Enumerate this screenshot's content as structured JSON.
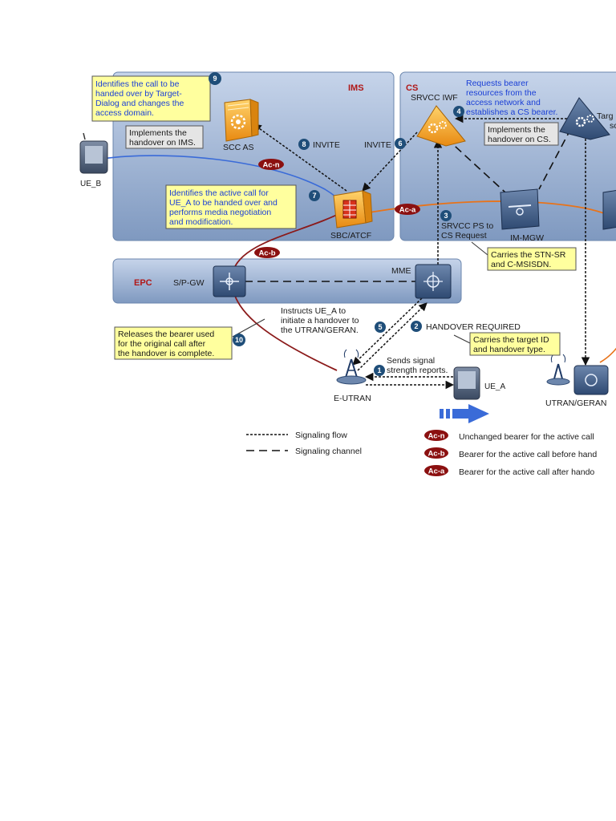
{
  "domains": {
    "ims": "IMS",
    "cs": "CS",
    "epc": "EPC"
  },
  "nodes": {
    "ue_b": "UE_B",
    "scc_as": "SCC AS",
    "sbc_atcf": "SBC/ATCF",
    "srvcc_iwf": "SRVCC IWF",
    "target_partial": "Targ",
    "target_partial_2": "sc",
    "im_mgw": "IM-MGW",
    "sp_gw": "S/P-GW",
    "mme": "MME",
    "e_utran": "E-UTRAN",
    "ue_a": "UE_A",
    "utran_geran": "UTRAN/GERAN"
  },
  "notes": {
    "scc_as_identifies": [
      "Identifies the call to be",
      "handed over by Target-",
      "Dialog and changes the",
      "access domain."
    ],
    "scc_as_implements": [
      "Implements the",
      "handover on IMS."
    ],
    "atcf_identifies": [
      "Identifies the active call for",
      "UE_A to be handed over and",
      "performs media negotiation",
      "and modification."
    ],
    "iwf_requests": [
      "Requests bearer",
      "resources from the",
      "access network and",
      "establishes a CS bearer."
    ],
    "iwf_implements": [
      "Implements the",
      "handover on CS."
    ],
    "stn_sr": [
      "Carries the STN-SR",
      "and C-MSISDN."
    ],
    "target_id": [
      "Carries the target ID",
      "and handover type."
    ],
    "releases": [
      "Releases the bearer used",
      "for the original call after",
      "the handover is complete."
    ],
    "instructs": [
      "Instructs UE_A to",
      "initiate a handover to",
      "the UTRAN/GERAN."
    ],
    "sends_signal": [
      "Sends signal",
      "strength reports."
    ]
  },
  "steps": {
    "s1": "1",
    "s2": "2",
    "s2_label": "HANDOVER REQUIRED",
    "s3": "3",
    "s3_label": [
      "SRVCC PS to",
      "CS Request"
    ],
    "s4": "4",
    "s5": "5",
    "s6": "6",
    "s6_label": "INVITE",
    "s7": "7",
    "s8": "8",
    "s8_label": "INVITE",
    "s9": "9",
    "s10": "10"
  },
  "bearers": {
    "ac_n": "Ac-n",
    "ac_b": "Ac-b",
    "ac_a": "Ac-a"
  },
  "legend": {
    "signaling_flow": "Signaling flow",
    "signaling_channel": "Signaling channel",
    "ac_n_desc": "Unchanged bearer for the active call",
    "ac_b_desc": "Bearer for the active call before hand",
    "ac_a_desc": "Bearer for the active call after hando"
  },
  "colors": {
    "domain_fill": "#8fa7c9",
    "note_fill": "#ffff9e",
    "step_badge": "#1f4e79",
    "bearer_badge": "#8b1010",
    "bearer_n_line": "#3a6bd8",
    "bearer_b_line": "#8b1a1a",
    "bearer_a_line": "#e8731a",
    "orange_node": "#f2a22a"
  },
  "icons": [
    "handset-icon",
    "gear-icon",
    "firewall-icon",
    "switch-icon",
    "antenna-icon",
    "arrow-right-icon"
  ]
}
